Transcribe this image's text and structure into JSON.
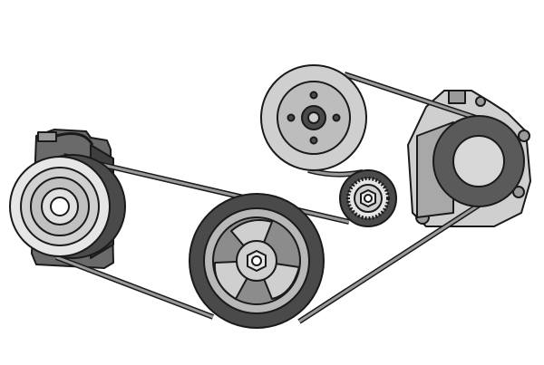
{
  "diagram": {
    "colors": {
      "outline": "#1a1a1a",
      "dark": "#4a4a4a",
      "mid": "#8c8c8c",
      "light": "#c8c8c8",
      "lighter": "#e6e6e6",
      "belt": "#8a8a8a"
    },
    "components": [
      {
        "name": "ac-compressor-pulley"
      },
      {
        "name": "crankshaft-pulley"
      },
      {
        "name": "idler-pulley"
      },
      {
        "name": "tensioner-pulley"
      },
      {
        "name": "alternator-pulley"
      },
      {
        "name": "serpentine-belt"
      }
    ]
  }
}
